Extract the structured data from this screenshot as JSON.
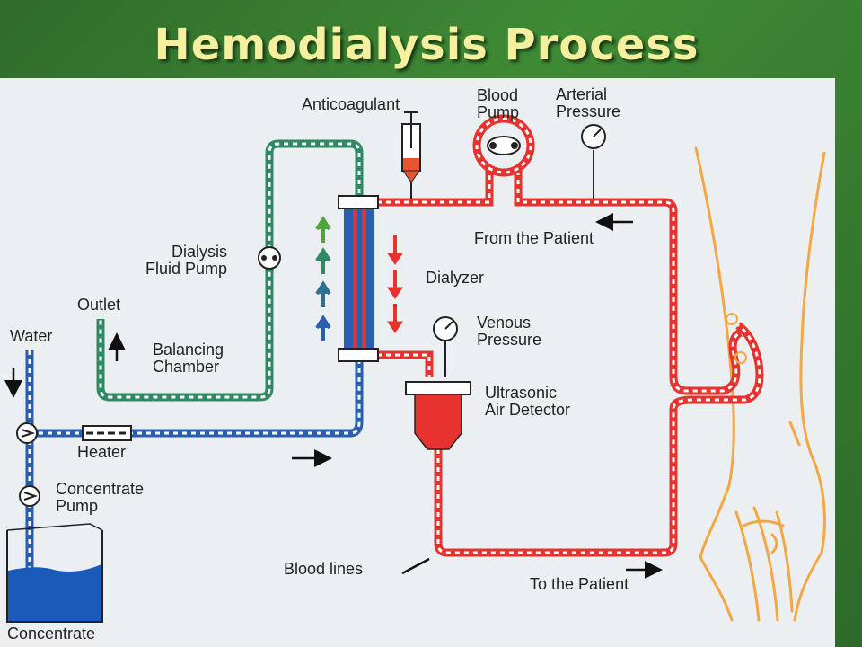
{
  "title": "Hemodialysis Process",
  "labels": {
    "anticoagulant": "Anticoagulant",
    "blood_pump": "Blood\nPump",
    "arterial_pressure": "Arterial\nPressure",
    "from_patient": "From the Patient",
    "dialysis_fluid_pump": "Dialysis\nFluid Pump",
    "dialyzer": "Dialyzer",
    "outlet": "Outlet",
    "venous_pressure": "Venous\nPressure",
    "water": "Water",
    "balancing_chamber": "Balancing\nChamber",
    "ultrasonic_air_detector": "Ultrasonic\nAir Detector",
    "heater": "Heater",
    "concentrate_pump": "Concentrate\nPump",
    "blood_lines": "Blood lines",
    "to_patient": "To the Patient",
    "concentrate": "Concentrate"
  },
  "colors": {
    "blood_line": "#e8322f",
    "dialysate_clean": "#2a5fb0",
    "dialysate_used": "#2f8a64",
    "arm_outline": "#f4a742",
    "title": "#f5f0a0"
  }
}
